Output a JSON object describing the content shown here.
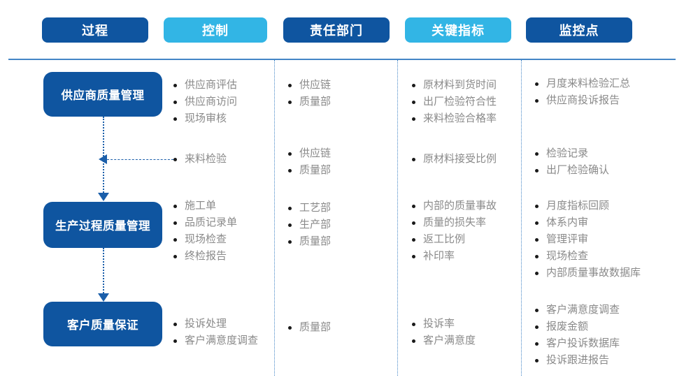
{
  "header": {
    "columns": [
      {
        "label": "过程",
        "style": "dark"
      },
      {
        "label": "控制",
        "style": "light"
      },
      {
        "label": "责任部门",
        "style": "dark"
      },
      {
        "label": "关键指标",
        "style": "light"
      },
      {
        "label": "监控点",
        "style": "dark"
      }
    ]
  },
  "colors": {
    "dark_blue": "#0F55A0",
    "light_blue": "#32B5E5",
    "rule_blue": "#4486C6",
    "connector_blue": "#1B5FAA",
    "text_gray": "#8A8A8A",
    "bullet_black": "#1a1a1a",
    "background": "#ffffff"
  },
  "processes": [
    {
      "label": "供应商质量管理"
    },
    {
      "label": "生产过程质量管理"
    },
    {
      "label": "客户质量保证"
    }
  ],
  "rows": [
    {
      "process": "供应商质量管理",
      "control": [
        "供应商评估",
        "供应商访问",
        "现场审核"
      ],
      "department": [
        "供应链",
        "质量部"
      ],
      "kpi": [
        "原材料到货时间",
        "出厂检验符合性",
        "来料检验合格率"
      ],
      "monitor": [
        "月度来料检验汇总",
        "供应商投诉报告"
      ]
    },
    {
      "process": "",
      "control": [
        "来料检验"
      ],
      "department": [
        "供应链",
        "质量部"
      ],
      "kpi": [
        "原材料接受比例"
      ],
      "monitor": [
        "检验记录",
        "出厂检验确认"
      ]
    },
    {
      "process": "生产过程质量管理",
      "control": [
        "施工单",
        "品质记录单",
        "现场检查",
        "终检报告"
      ],
      "department": [
        "工艺部",
        "生产部",
        "质量部"
      ],
      "kpi": [
        "内部的质量事故",
        "质量的损失率",
        "返工比例",
        "补印率"
      ],
      "monitor": [
        "月度指标回顾",
        "体系内审",
        "管理评审",
        "现场检查",
        "内部质量事故数据库"
      ]
    },
    {
      "process": "客户质量保证",
      "control": [
        "投诉处理",
        "客户满意度调查"
      ],
      "department": [
        "质量部"
      ],
      "kpi": [
        "投诉率",
        "客户满意度"
      ],
      "monitor": [
        "客户满意度调查",
        "报废金额",
        "客户投诉数据库",
        "投诉跟进报告"
      ]
    }
  ]
}
